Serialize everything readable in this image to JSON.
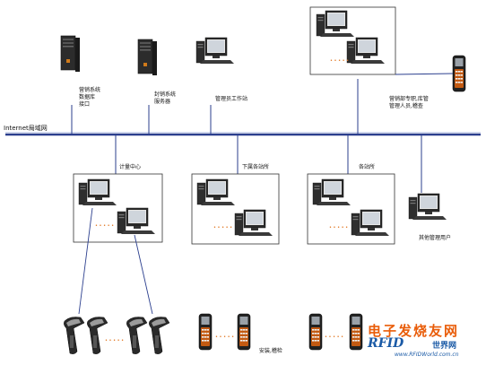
{
  "network": {
    "label": "Internet局域网"
  },
  "nodes": {
    "sales_db": "营销系统\n数据库\n接口",
    "encrypt_server": "封销系统\n服务器",
    "admin_ws": "管理员工作站",
    "sales_mgmt": "营销部专职,库管\n管理人员,稽查",
    "metering": "计量中心",
    "sub_stations": "下属各站所",
    "stations": "各站所",
    "other_users": "其他管理用户",
    "install_check": "安装,稽检"
  },
  "dots": "• • • • •",
  "watermark": {
    "big": "电子发烧友网",
    "logo": "RFID",
    "cn": "世界网",
    "url": "www.RFIDWorld.com.cn"
  },
  "colors": {
    "line": "#2b3f8e",
    "box": "#333333",
    "dot": "#e0731c"
  }
}
